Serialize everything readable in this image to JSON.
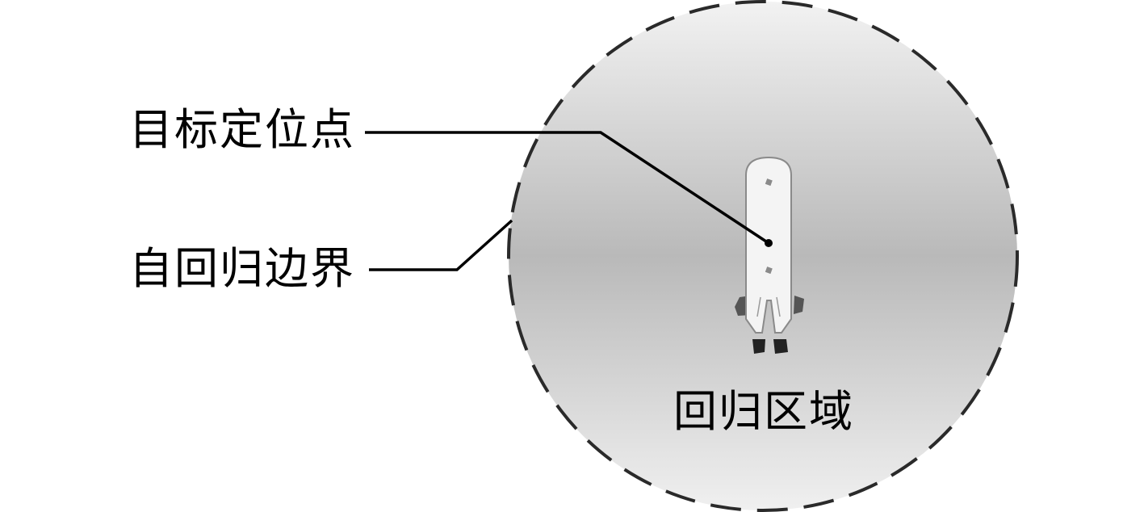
{
  "labels": {
    "target_point": "目标定位点",
    "self_return_boundary": "自回归边界",
    "return_region": "回归区域"
  },
  "colors": {
    "boundary_stroke": "#2a2a2a",
    "leader_line": "#000000",
    "region_gradient_light": "#f2f2f2",
    "region_gradient_mid": "#b9b9b9",
    "robot_body": "#f4f4f4",
    "robot_outline": "#8a8a8a",
    "marker": "#000000"
  },
  "icons": {
    "robot": "robot-topdown-icon"
  }
}
